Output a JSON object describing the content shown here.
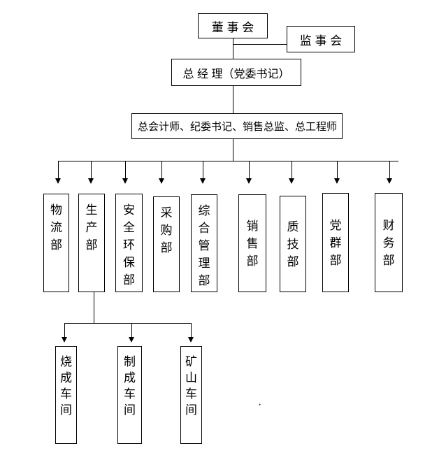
{
  "orgchart": {
    "board": "董 事 会",
    "supervisory": "监 事 会",
    "general_manager": "总 经 理（党委书记）",
    "executives": "总会计师、纪委书记、销售总监、总工程师",
    "departments": [
      "物流部",
      "生产部",
      "安全环保部",
      "采购部",
      "综合管理部",
      "销售部",
      "质技部",
      "党群部",
      "财务部"
    ],
    "workshops": [
      "烧成车间",
      "制成车间",
      "矿山车间"
    ],
    "stray_mark": "·"
  },
  "colors": {
    "line": "#000000",
    "background": "#ffffff"
  }
}
